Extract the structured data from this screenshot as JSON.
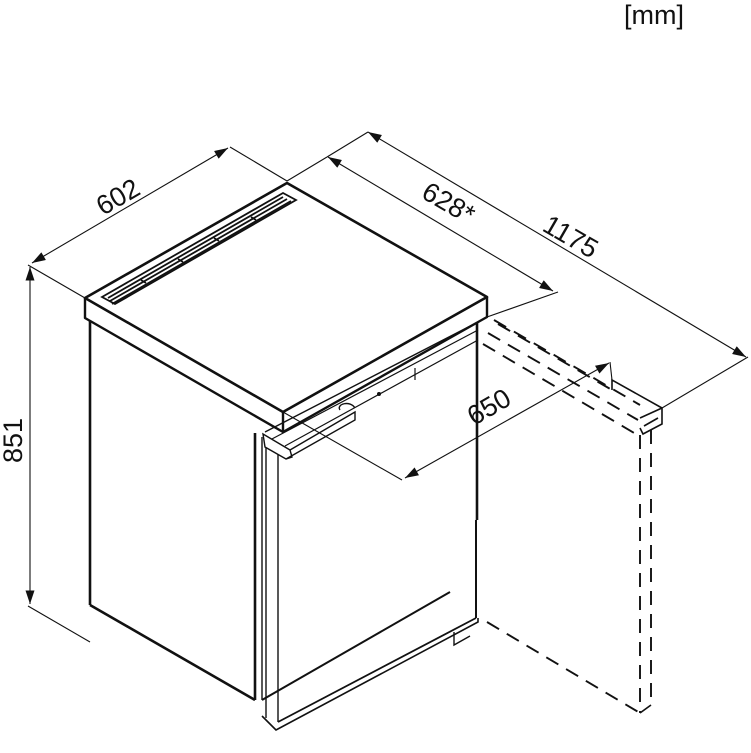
{
  "diagram": {
    "type": "dimensional-drawing",
    "subject": "under-counter refrigerator, isometric view with door open",
    "unit_label": "[mm]",
    "colors": {
      "line": "#111111",
      "background": "#ffffff"
    },
    "dimensions": {
      "width": {
        "label": "602",
        "value": 602,
        "orientation": "width (front face)"
      },
      "depth": {
        "label": "628*",
        "value": 628,
        "note": "asterisk marker",
        "orientation": "depth (top surface)"
      },
      "depth_door_open": {
        "label": "1175",
        "value": 1175,
        "orientation": "total depth with door open"
      },
      "height": {
        "label": "851",
        "value": 851,
        "orientation": "height (vertical)"
      },
      "door_swing": {
        "label": "650",
        "value": 650,
        "orientation": "door opening width"
      }
    },
    "elements": [
      "cabinet-body",
      "worktop-top",
      "ventilation-grille",
      "door-handle",
      "door-open-dashed-outline"
    ]
  }
}
